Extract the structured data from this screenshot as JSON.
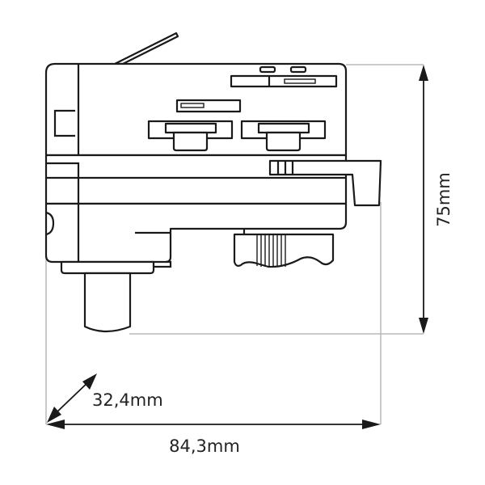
{
  "drawing": {
    "subject": "3-phase track adapter technical drawing",
    "colors": {
      "outline": "#1a1a1a",
      "extension_lines": "#b8b8b8",
      "text": "#222222",
      "background": "#ffffff"
    }
  },
  "dimensions": {
    "height": {
      "label": "75mm",
      "orientation": "vertical"
    },
    "width": {
      "label": "84,3mm",
      "orientation": "horizontal"
    },
    "depth": {
      "label": "32,4mm",
      "orientation": "diagonal"
    }
  }
}
